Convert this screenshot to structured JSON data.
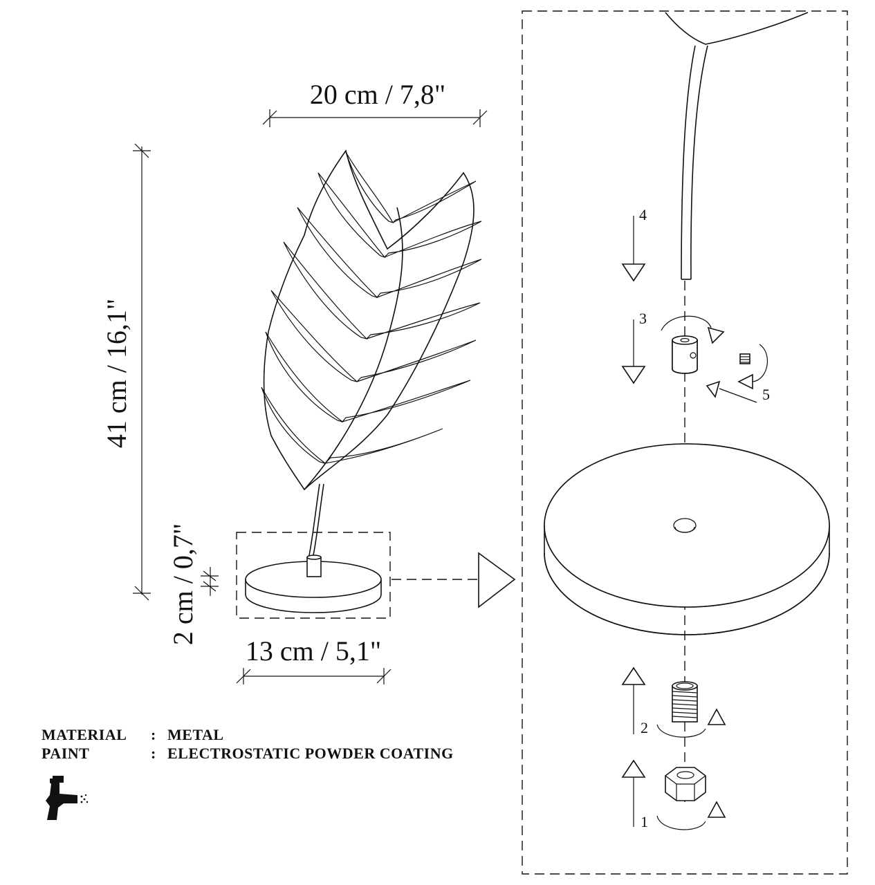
{
  "dimensions": {
    "width": "20 cm / 7,8\"",
    "height": "41 cm / 16,1\"",
    "base_thickness": "2 cm / 0,7\"",
    "base_diameter": "13 cm / 5,1\""
  },
  "specs": {
    "material_label": "MATERIAL",
    "material_sep": ":",
    "material_value": "METAL",
    "paint_label": "PAINT",
    "paint_sep": ":",
    "paint_value": "ELECTROSTATIC POWDER COATING"
  },
  "steps": {
    "s1": "1",
    "s2": "2",
    "s3": "3",
    "s4": "4",
    "s5": "5"
  },
  "icons": {
    "spray_gun": "spray-gun-icon"
  }
}
